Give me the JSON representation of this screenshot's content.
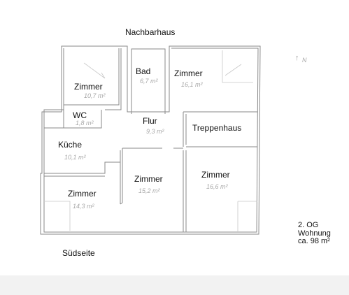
{
  "labels": {
    "neighbor": "Nachbarhaus",
    "south": "Südseite",
    "north": "N"
  },
  "rooms": {
    "zimmer_nw": {
      "name": "Zimmer",
      "area": "10,7 m²"
    },
    "bad": {
      "name": "Bad",
      "area": "6,7 m²"
    },
    "zimmer_ne": {
      "name": "Zimmer",
      "area": "16,1 m²"
    },
    "wc": {
      "name": "WC",
      "area": "1,8 m²"
    },
    "flur": {
      "name": "Flur",
      "area": "9,3 m²"
    },
    "treppenhaus": {
      "name": "Treppenhaus"
    },
    "kueche": {
      "name": "Küche",
      "area": "10,1 m²"
    },
    "zimmer_sw": {
      "name": "Zimmer",
      "area": "14,3 m²"
    },
    "zimmer_s": {
      "name": "Zimmer",
      "area": "15,2 m²"
    },
    "zimmer_se": {
      "name": "Zimmer",
      "area": "16,6 m²"
    }
  },
  "info": {
    "floor": "2. OG",
    "unit": "Wohnung",
    "size": "ca. 98 m²"
  }
}
